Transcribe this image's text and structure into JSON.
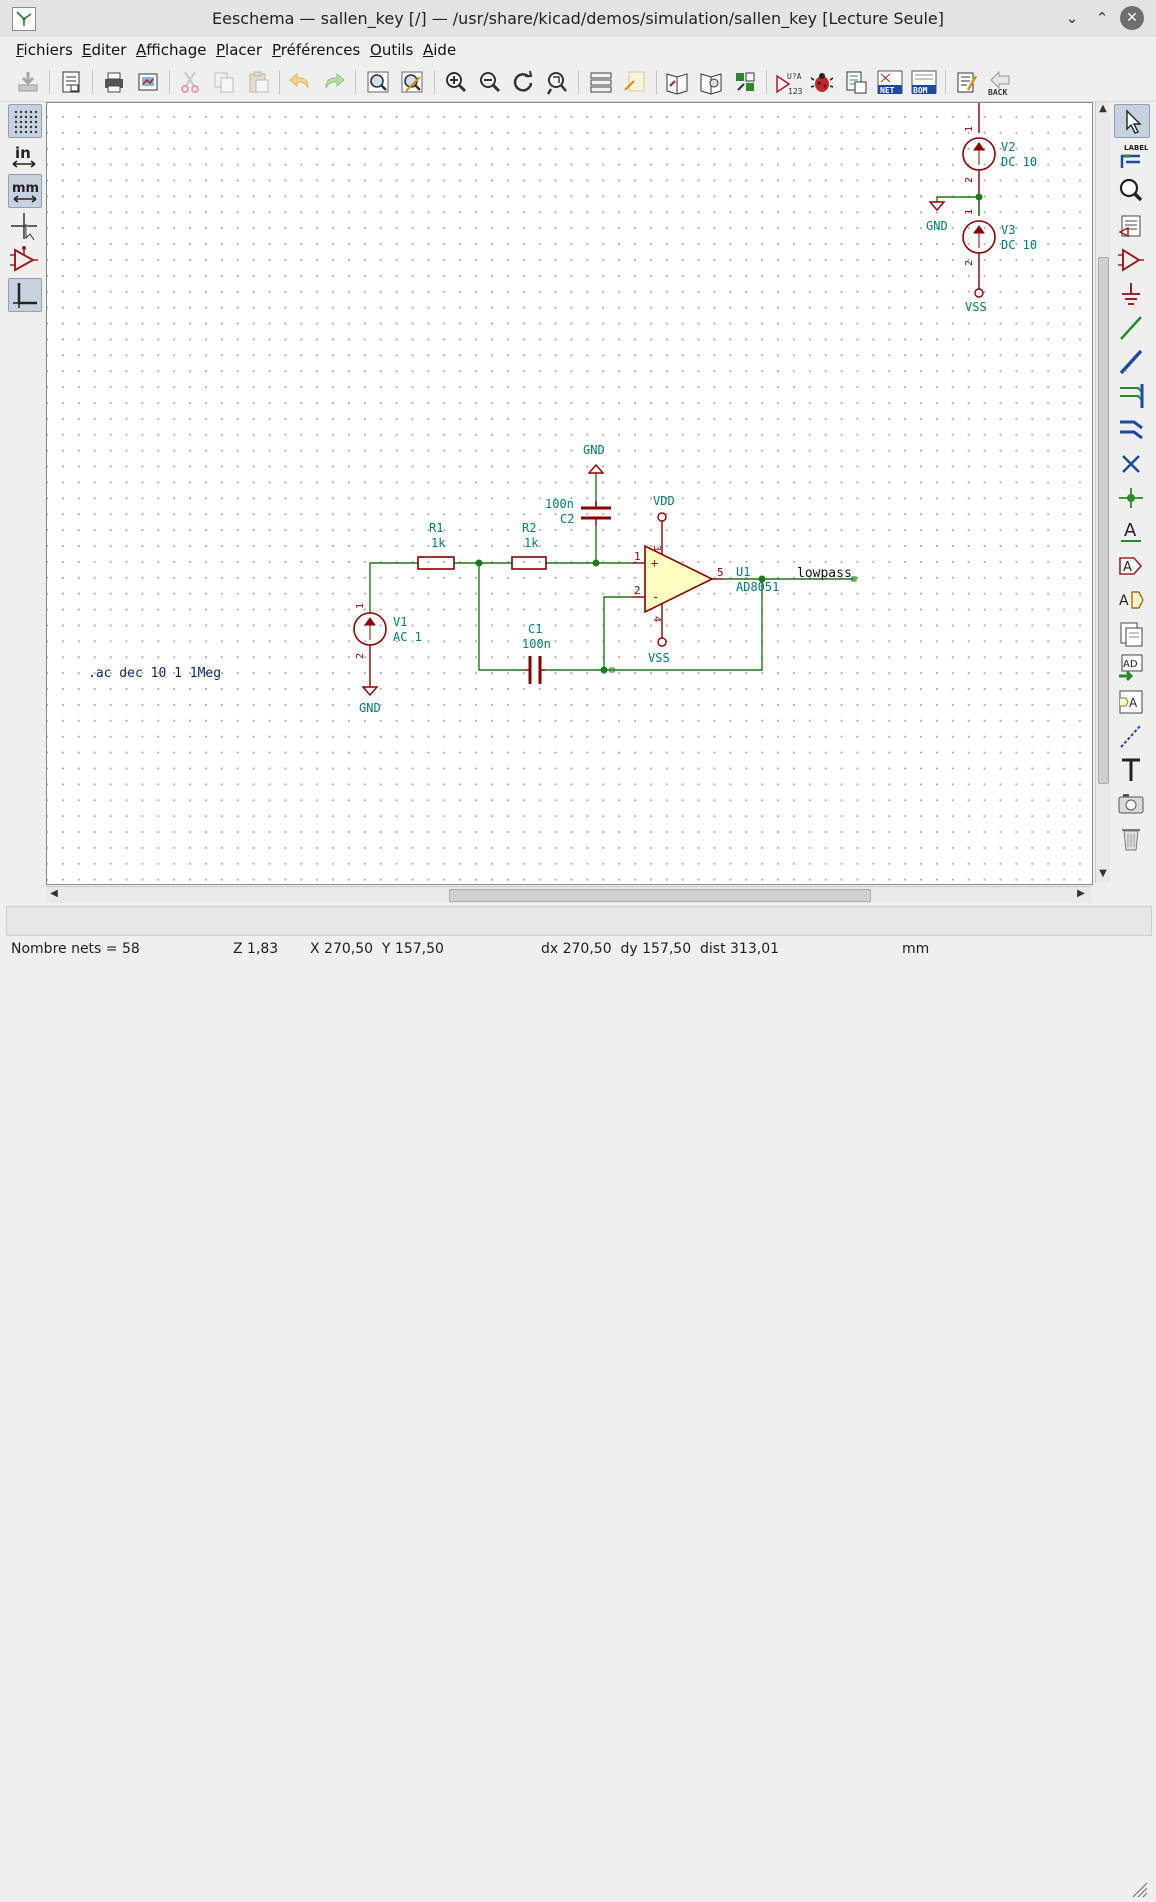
{
  "window": {
    "title": "Eeschema — sallen_key [/] — /usr/share/kicad/demos/simulation/sallen_key [Lecture Seule]",
    "controls": [
      "minimize",
      "maximize",
      "close"
    ]
  },
  "menu": [
    {
      "id": "fichiers",
      "label": "Fichiers"
    },
    {
      "id": "editer",
      "label": "Editer"
    },
    {
      "id": "affichage",
      "label": "Affichage"
    },
    {
      "id": "placer",
      "label": "Placer"
    },
    {
      "id": "preferences",
      "label": "Préférences"
    },
    {
      "id": "outils",
      "label": "Outils"
    },
    {
      "id": "aide",
      "label": "Aide"
    }
  ],
  "toolbar_icons": [
    "save-icon",
    "page-settings-icon",
    "print-icon",
    "plot-icon",
    "cut-icon",
    "copy-icon",
    "paste-icon",
    "undo-icon",
    "redo-icon",
    "find-icon",
    "find-replace-icon",
    "zoom-in-icon",
    "zoom-out-icon",
    "redraw-icon",
    "zoom-fit-icon",
    "hierarchy-navigator-icon",
    "leave-sheet-icon",
    "library-editor-icon",
    "library-browser-icon",
    "footprint-assign-icon",
    "annotate-icon",
    "erc-icon",
    "netlist-icon",
    "generate-netlist-icon",
    "bom-icon",
    "footprint-editor-icon",
    "back-annotate-icon"
  ],
  "toolbar_labels": {
    "annotate": "U?A",
    "annotate_sub": "123",
    "net": "NET",
    "bom": "BOM",
    "back": "BACK"
  },
  "left_toolbar": {
    "unit_in": "in",
    "unit_mm": "mm",
    "items": [
      "grid-toggle-icon",
      "inch-units-icon",
      "mm-units-icon",
      "cursor-shape-icon",
      "hidden-pins-icon",
      "wire-angle-icon"
    ]
  },
  "right_toolbar": {
    "label_text": "LABEL",
    "items": [
      "select-arrow-icon",
      "highlight-net-icon",
      "inspect-icon",
      "add-symbol-icon",
      "add-power-icon",
      "ground-icon",
      "add-wire-icon",
      "add-bus-icon",
      "wire-entry-icon",
      "bus-entry-icon",
      "no-connect-icon",
      "junction-icon",
      "net-label-icon",
      "global-label-icon",
      "hierarchical-label-icon",
      "hierarchical-sheet-icon",
      "import-sheet-pin-icon",
      "sheet-pin-icon",
      "graphic-line-icon",
      "text-icon",
      "image-icon",
      "delete-icon"
    ]
  },
  "schematic": {
    "colors": {
      "wire": "#1a7a1a",
      "component": "#8b0000",
      "ref": "#007b7b",
      "power": "#8b0000",
      "text": "#0b2a6a"
    },
    "sources": [
      {
        "ref": "V2",
        "value": "DC 10",
        "pins": [
          "1",
          "2"
        ]
      },
      {
        "ref": "V3",
        "value": "DC 10",
        "pins": [
          "1",
          "2"
        ]
      },
      {
        "ref": "V1",
        "value": "AC 1",
        "pins": [
          "1",
          "2"
        ]
      }
    ],
    "power": {
      "gnd": "GND",
      "vss": "VSS",
      "vdd": "VDD"
    },
    "resistors": [
      {
        "ref": "R1",
        "value": "1k"
      },
      {
        "ref": "R2",
        "value": "1k"
      }
    ],
    "capacitors": [
      {
        "ref": "C2",
        "value": "100n"
      },
      {
        "ref": "C1",
        "value": "100n"
      }
    ],
    "opamp": {
      "ref": "U1",
      "value": "AD8051",
      "plus": "+",
      "minus": "-",
      "pins": {
        "in_plus": "1",
        "in_minus": "2",
        "out": "5",
        "vplus": "3",
        "vminus": "4"
      }
    },
    "net_label": "lowpass",
    "directive": ".ac dec 10 1 1Meg"
  },
  "status": {
    "nets": "Nombre nets = 58",
    "zoom": "Z 1,83",
    "xy": "X 270,50  Y 157,50",
    "dxy": "dx 270,50  dy 157,50  dist 313,01",
    "units": "mm"
  }
}
